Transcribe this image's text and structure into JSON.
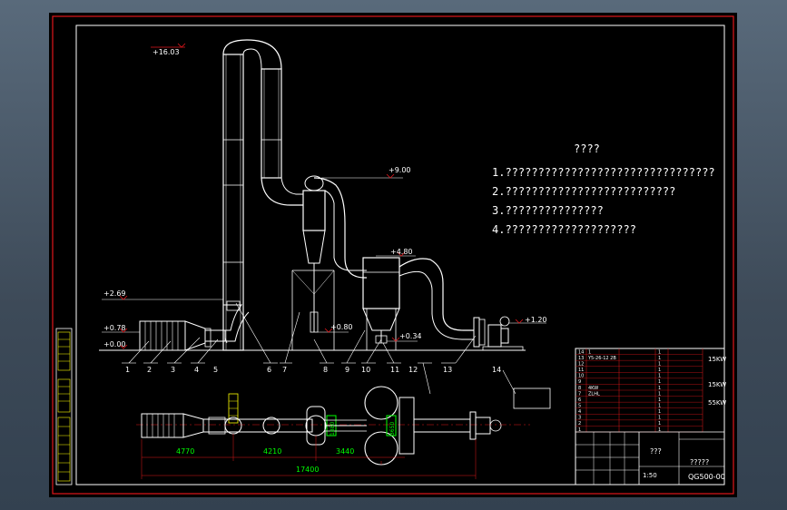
{
  "drawing": {
    "notes_title": "????",
    "notes": [
      "1.????????????????????????????????",
      "2.??????????????????????????",
      "3.???????????????",
      "4.????????????????????"
    ],
    "elevations": {
      "top": "+16.03",
      "cyclone": "+9.00",
      "filter": "+4.80",
      "inlet": "+2.69",
      "heater": "+0.78",
      "ground": "+0.00",
      "cyclone_out": "+0.80",
      "filter_out": "+0.34",
      "fan": "+1.20"
    },
    "part_numbers": [
      "1",
      "2",
      "3",
      "4",
      "5",
      "6",
      "7",
      "8",
      "9",
      "10",
      "11",
      "12",
      "13",
      "14"
    ],
    "dimensions": {
      "seg1": "4770",
      "seg2": "4210",
      "seg3": "3440",
      "total": "17400",
      "v1": "1880",
      "v2": "3650"
    },
    "title_block": {
      "label": "???",
      "name": "?????",
      "code": "QG500-00",
      "scale": "1:50",
      "rows": [
        {
          "num": "14",
          "code": "1",
          "name": "",
          "qty": "1"
        },
        {
          "num": "13",
          "code": "Y5-26-12 2B",
          "name": "",
          "qty": "1"
        },
        {
          "num": "12",
          "code": "",
          "name": "",
          "qty": "1"
        },
        {
          "num": "11",
          "code": "",
          "name": "",
          "qty": "1"
        },
        {
          "num": "10",
          "code": "",
          "name": "",
          "qty": "1"
        },
        {
          "num": "9",
          "code": "",
          "name": "",
          "qty": "1"
        },
        {
          "num": "8",
          "code": "4KW",
          "name": "",
          "qty": "1"
        },
        {
          "num": "7",
          "code": "ZLHL",
          "name": "",
          "qty": "1"
        },
        {
          "num": "6",
          "code": "",
          "name": "",
          "qty": "1"
        },
        {
          "num": "5",
          "code": "",
          "name": "",
          "qty": "1"
        },
        {
          "num": "4",
          "code": "",
          "name": "",
          "qty": "1"
        },
        {
          "num": "3",
          "code": "",
          "name": "",
          "qty": "1"
        },
        {
          "num": "2",
          "code": "",
          "name": "",
          "qty": "1"
        },
        {
          "num": "1",
          "code": "",
          "name": "",
          "qty": "1"
        }
      ],
      "side_labels": [
        "15KW",
        "15KW",
        "55KW"
      ]
    }
  }
}
